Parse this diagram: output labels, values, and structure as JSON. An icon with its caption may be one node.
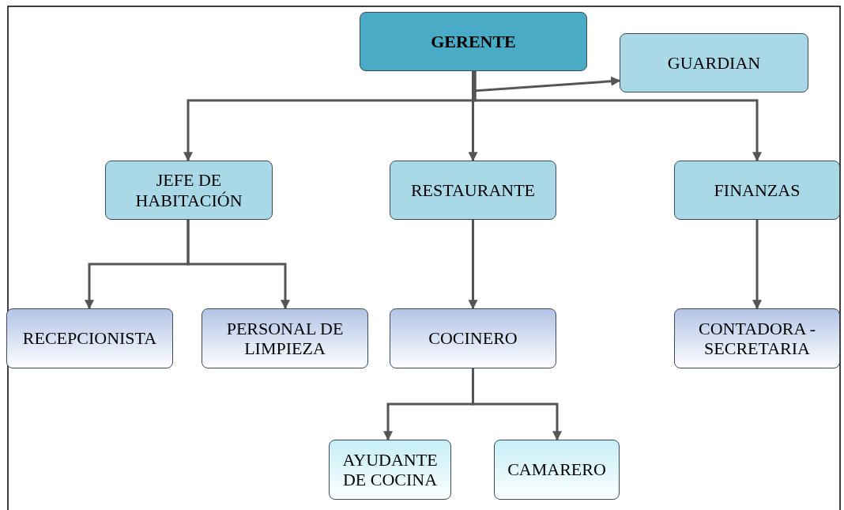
{
  "diagram": {
    "nodes": [
      {
        "text": [
          "GERENTE"
        ]
      },
      {
        "text": [
          "GUARDIAN"
        ]
      },
      {
        "text": [
          "JEFE DE HABITACIÓN"
        ]
      },
      {
        "text": [
          "RESTAURANTE"
        ]
      },
      {
        "text": [
          "FINANZAS"
        ]
      },
      {
        "text": [
          "RECEPCIONISTA"
        ]
      },
      {
        "text": [
          "PERSONAL DE LIMPIEZA"
        ]
      },
      {
        "text": [
          "COCINERO"
        ]
      },
      {
        "text": [
          "CONTADORA - SECRETARIA"
        ]
      },
      {
        "text": [
          "AYUDANTE DE COCINA"
        ]
      },
      {
        "text": [
          "CAMARERO"
        ]
      }
    ],
    "edges": [
      {
        "from": 0,
        "to": 1,
        "arrow": "to"
      },
      {
        "from": 0,
        "to": 2,
        "arrow": "to"
      },
      {
        "from": 0,
        "to": 3,
        "arrow": "to"
      },
      {
        "from": 0,
        "to": 4,
        "arrow": "to"
      },
      {
        "from": 2,
        "to": 5,
        "arrow": "to"
      },
      {
        "from": 2,
        "to": 6,
        "arrow": "to"
      },
      {
        "from": 3,
        "to": 7,
        "arrow": "to"
      },
      {
        "from": 4,
        "to": 8,
        "arrow": "to"
      },
      {
        "from": 7,
        "to": 9,
        "arrow": "to"
      },
      {
        "from": 7,
        "to": 10,
        "arrow": "to"
      }
    ]
  }
}
